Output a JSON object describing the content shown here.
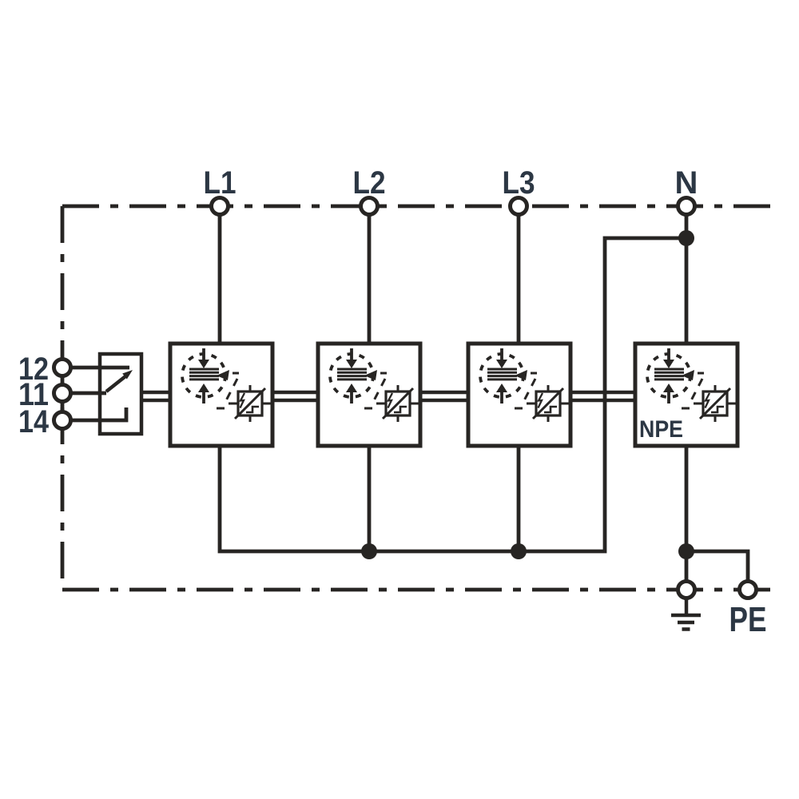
{
  "diagram": {
    "type": "surge-protective-device-circuit-diagram",
    "colors": {
      "background": "#ffffff",
      "line": "#272523",
      "label": "#2c3744"
    },
    "top_terminals": {
      "l1": "L1",
      "l2": "L2",
      "l3": "L3",
      "n": "N"
    },
    "bottom_terminals": {
      "pe": "PE"
    },
    "remote_contact_terminals": {
      "t12": "12",
      "t11": "11",
      "t14": "14"
    },
    "modules": {
      "count": 4,
      "npe_module_label": "NPE",
      "symbols": [
        "triggered-spark-gap-icon",
        "varistor-icon"
      ]
    },
    "icons": {
      "ground": "earth-ground-icon",
      "remote_switch": "changeover-contact-icon",
      "terminal": "terminal-circle-icon",
      "junction": "junction-dot-icon"
    }
  }
}
